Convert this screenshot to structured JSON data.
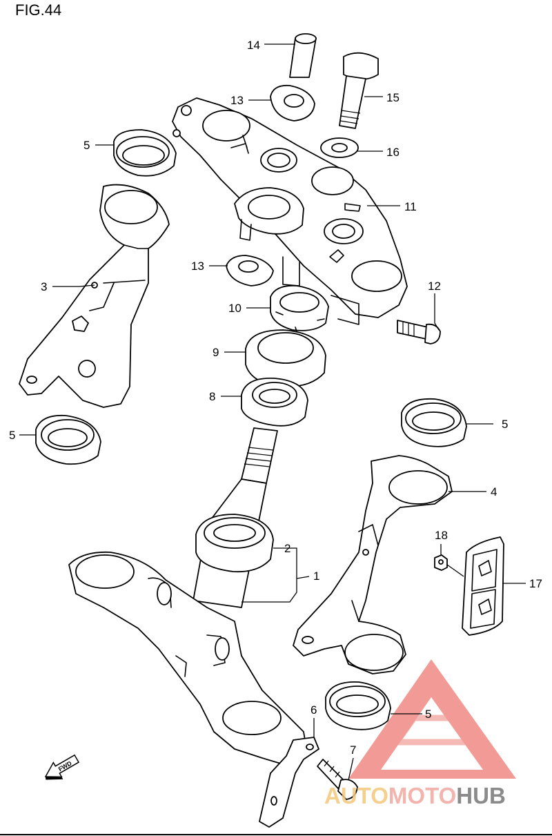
{
  "figure": {
    "title": "FIG.44"
  },
  "callouts": [
    "14",
    "13",
    "15",
    "5",
    "16",
    "11",
    "3",
    "13",
    "12",
    "10",
    "9",
    "8",
    "5",
    "5",
    "4",
    "2",
    "1",
    "18",
    "17",
    "5",
    "6",
    "7"
  ],
  "fwd_label": "FWD",
  "watermark": {
    "part1": "AUTO",
    "part2": "MOTO",
    "part3": "HUB",
    "colors": {
      "auto": "#f4c77a",
      "moto": "#f3a7a0",
      "hub": "#777777",
      "triangle": "#f08a84"
    }
  },
  "colors": {
    "line": "#000000",
    "background": "#ffffff"
  }
}
